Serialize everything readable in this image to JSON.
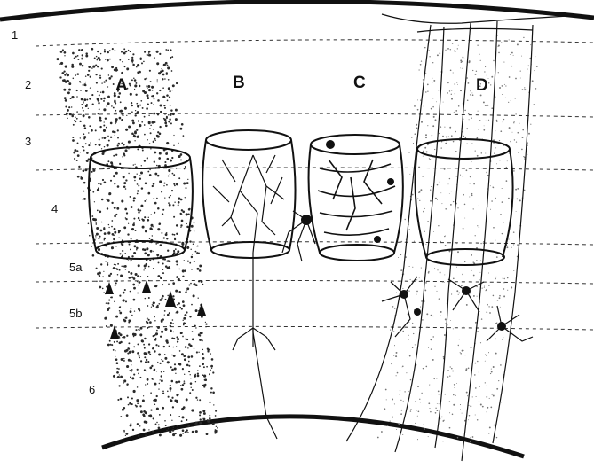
{
  "layers": [
    "1",
    "2",
    "3",
    "4",
    "5a",
    "5b",
    "6"
  ],
  "panels": [
    "A",
    "B",
    "C",
    "D"
  ],
  "colors": {
    "ink": "#111111",
    "stipple": "#2a2a2a",
    "background": "#ffffff"
  }
}
